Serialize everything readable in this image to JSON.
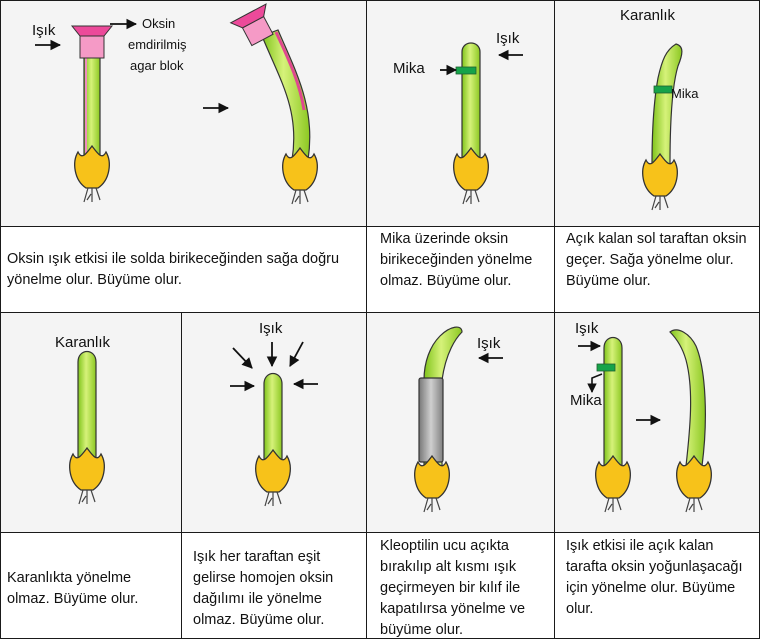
{
  "labels": {
    "light": "Işık",
    "oxin_block_line1": "Oksin",
    "oxin_block_line2": "emdirilmiş",
    "oxin_block_line3": "agar blok",
    "mica": "Mika",
    "dark": "Karanlık"
  },
  "captions": {
    "c1": "Oksin ışık etkisi ile solda birikeceğinden sağa doğru yönelme olur. Büyüme olur.",
    "c2": "Mika üzerinde oksin birikeceğinden yönelme olmaz. Büyüme olur.",
    "c3": "Açık kalan sol taraftan oksin geçer. Sağa yönelme olur. Büyüme olur.",
    "c4": "Karanlıkta yönelme olmaz. Büyüme olur.",
    "c5": "Işık her taraftan eşit gelirse homojen oksin dağılımı ile yönelme olmaz. Büyüme olur.",
    "c6": "Kleoptilin ucu açıkta bırakılıp alt kısmı ışık geçirmeyen bir kılıf ile kapatılırsa yönelme ve büyüme olur.",
    "c7": "Işık etkisi ile açık kalan tarafta oksin yoğunlaşacağı için yönelme olur. Büyüme olur."
  }
}
